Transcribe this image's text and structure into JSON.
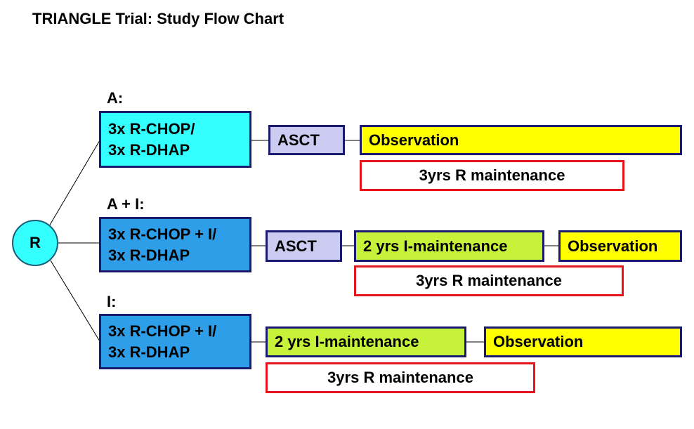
{
  "title": "TRIANGLE Trial: Study Flow Chart",
  "randomization": "R",
  "arms": {
    "a": {
      "label": "A:",
      "induction": [
        "3x R-CHOP/",
        "3x R-DHAP"
      ],
      "asct": "ASCT",
      "observation": "Observation",
      "r_maintenance": "3yrs R maintenance"
    },
    "ai": {
      "label": "A + I:",
      "induction": [
        "3x R-CHOP + I/",
        "3x R-DHAP"
      ],
      "asct": "ASCT",
      "i_maintenance": "2 yrs I-maintenance",
      "observation": "Observation",
      "r_maintenance": "3yrs R maintenance"
    },
    "i": {
      "label": "I:",
      "induction": [
        "3x R-CHOP + I/",
        "3x R-DHAP"
      ],
      "i_maintenance": "2 yrs I-maintenance",
      "observation": "Observation",
      "r_maintenance": "3yrs R maintenance"
    }
  },
  "colors": {
    "induction_a": "#33ffff",
    "induction_other": "#2f9ee8",
    "asct": "#ccccf2",
    "i_maintenance": "#c6f23a",
    "observation": "#ffff00",
    "r_maintenance_border": "#e8141c",
    "box_border": "#1a1a6e"
  }
}
